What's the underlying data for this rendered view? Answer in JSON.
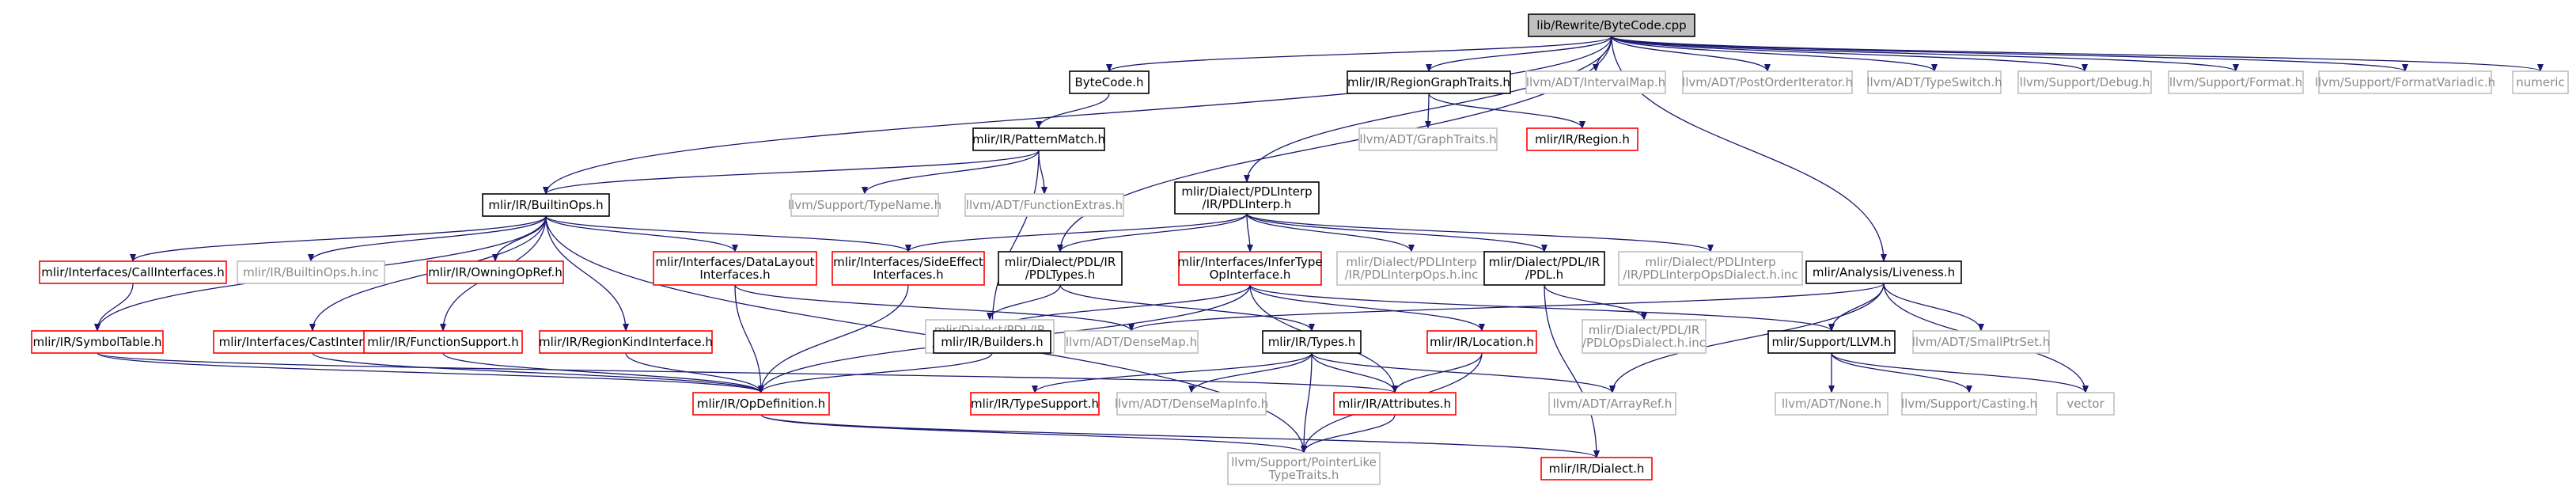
{
  "colors": {
    "edge": "#191970",
    "node_border_black": "#000000",
    "node_border_red": "#ff0000",
    "node_border_gray": "#bfbfbf",
    "text_dark": "#000000",
    "text_gray": "#8a8a8a",
    "root_fill": "#bfbfbf"
  },
  "nodes": [
    {
      "id": "root",
      "lines": [
        "lib/Rewrite/ByteCode.cpp"
      ],
      "style": "root"
    },
    {
      "id": "bytecode_h",
      "lines": [
        "ByteCode.h"
      ],
      "style": "black"
    },
    {
      "id": "regiongraph",
      "lines": [
        "mlir/IR/RegionGraphTraits.h"
      ],
      "style": "black"
    },
    {
      "id": "intervalmap",
      "lines": [
        "llvm/ADT/IntervalMap.h"
      ],
      "style": "gray"
    },
    {
      "id": "postorder",
      "lines": [
        "llvm/ADT/PostOrderIterator.h"
      ],
      "style": "gray"
    },
    {
      "id": "typeswitch",
      "lines": [
        "llvm/ADT/TypeSwitch.h"
      ],
      "style": "gray"
    },
    {
      "id": "debug",
      "lines": [
        "llvm/Support/Debug.h"
      ],
      "style": "gray"
    },
    {
      "id": "format",
      "lines": [
        "llvm/Support/Format.h"
      ],
      "style": "gray"
    },
    {
      "id": "formatvariadic",
      "lines": [
        "llvm/Support/FormatVariadic.h"
      ],
      "style": "gray"
    },
    {
      "id": "numeric",
      "lines": [
        "numeric"
      ],
      "style": "gray"
    },
    {
      "id": "graphtraits",
      "lines": [
        "llvm/ADT/GraphTraits.h"
      ],
      "style": "gray"
    },
    {
      "id": "region",
      "lines": [
        "mlir/IR/Region.h"
      ],
      "style": "red"
    },
    {
      "id": "patternmatch",
      "lines": [
        "mlir/IR/PatternMatch.h"
      ],
      "style": "black"
    },
    {
      "id": "typename",
      "lines": [
        "llvm/Support/TypeName.h"
      ],
      "style": "gray"
    },
    {
      "id": "functionextras",
      "lines": [
        "llvm/ADT/FunctionExtras.h"
      ],
      "style": "gray"
    },
    {
      "id": "pdlinterp",
      "lines": [
        "mlir/Dialect/PDLInterp",
        "/IR/PDLInterp.h"
      ],
      "style": "black"
    },
    {
      "id": "builtinops",
      "lines": [
        "mlir/IR/BuiltinOps.h"
      ],
      "style": "black"
    },
    {
      "id": "callinterfaces",
      "lines": [
        "mlir/Interfaces/CallInterfaces.h"
      ],
      "style": "red"
    },
    {
      "id": "builtinops_inc",
      "lines": [
        "mlir/IR/BuiltinOps.h.inc"
      ],
      "style": "gray"
    },
    {
      "id": "owningopref",
      "lines": [
        "mlir/IR/OwningOpRef.h"
      ],
      "style": "red"
    },
    {
      "id": "datalayout",
      "lines": [
        "mlir/Interfaces/DataLayout",
        "Interfaces.h"
      ],
      "style": "red"
    },
    {
      "id": "sideeffect",
      "lines": [
        "mlir/Interfaces/SideEffect",
        "Interfaces.h"
      ],
      "style": "red"
    },
    {
      "id": "pdltypes",
      "lines": [
        "mlir/Dialect/PDL/IR",
        "/PDLTypes.h"
      ],
      "style": "black"
    },
    {
      "id": "infertype",
      "lines": [
        "mlir/Interfaces/InferType",
        "OpInterface.h"
      ],
      "style": "red"
    },
    {
      "id": "pdlinterpops_inc",
      "lines": [
        "mlir/Dialect/PDLInterp",
        "/IR/PDLInterpOps.h.inc"
      ],
      "style": "gray"
    },
    {
      "id": "pdl_h",
      "lines": [
        "mlir/Dialect/PDL/IR",
        "/PDL.h"
      ],
      "style": "black"
    },
    {
      "id": "pdlinterpdialect_inc",
      "lines": [
        "mlir/Dialect/PDLInterp",
        "/IR/PDLInterpOpsDialect.h.inc"
      ],
      "style": "gray"
    },
    {
      "id": "liveness",
      "lines": [
        "mlir/Analysis/Liveness.h"
      ],
      "style": "black"
    },
    {
      "id": "symboltable",
      "lines": [
        "mlir/IR/SymbolTable.h"
      ],
      "style": "red"
    },
    {
      "id": "castinterfaces",
      "lines": [
        "mlir/Interfaces/CastInterfaces.h"
      ],
      "style": "red"
    },
    {
      "id": "functionsupport",
      "lines": [
        "mlir/IR/FunctionSupport.h"
      ],
      "style": "red"
    },
    {
      "id": "regionkind",
      "lines": [
        "mlir/IR/RegionKindInterface.h"
      ],
      "style": "red"
    },
    {
      "id": "densemap",
      "lines": [
        "llvm/ADT/DenseMap.h"
      ],
      "style": "gray"
    },
    {
      "id": "pdlopstypes_inc",
      "lines": [
        "mlir/Dialect/PDL/IR",
        "/PDLOpsTypes.h.inc"
      ],
      "style": "gray"
    },
    {
      "id": "builders",
      "lines": [
        "mlir/IR/Builders.h"
      ],
      "style": "black"
    },
    {
      "id": "types",
      "lines": [
        "mlir/IR/Types.h"
      ],
      "style": "black"
    },
    {
      "id": "location",
      "lines": [
        "mlir/IR/Location.h"
      ],
      "style": "red"
    },
    {
      "id": "pdlopsdialect_inc",
      "lines": [
        "mlir/Dialect/PDL/IR",
        "/PDLOpsDialect.h.inc"
      ],
      "style": "gray"
    },
    {
      "id": "support_llvm",
      "lines": [
        "mlir/Support/LLVM.h"
      ],
      "style": "black"
    },
    {
      "id": "smallptrset",
      "lines": [
        "llvm/ADT/SmallPtrSet.h"
      ],
      "style": "gray"
    },
    {
      "id": "opdefinition",
      "lines": [
        "mlir/IR/OpDefinition.h"
      ],
      "style": "red"
    },
    {
      "id": "typesupport",
      "lines": [
        "mlir/IR/TypeSupport.h"
      ],
      "style": "red"
    },
    {
      "id": "densemapinfo",
      "lines": [
        "llvm/ADT/DenseMapInfo.h"
      ],
      "style": "gray"
    },
    {
      "id": "attributes",
      "lines": [
        "mlir/IR/Attributes.h"
      ],
      "style": "red"
    },
    {
      "id": "arrayref",
      "lines": [
        "llvm/ADT/ArrayRef.h"
      ],
      "style": "gray"
    },
    {
      "id": "none",
      "lines": [
        "llvm/ADT/None.h"
      ],
      "style": "gray"
    },
    {
      "id": "casting",
      "lines": [
        "llvm/Support/Casting.h"
      ],
      "style": "gray"
    },
    {
      "id": "vector",
      "lines": [
        "vector"
      ],
      "style": "gray"
    },
    {
      "id": "pointerlike",
      "lines": [
        "llvm/Support/PointerLike",
        "TypeTraits.h"
      ],
      "style": "gray"
    },
    {
      "id": "dialect",
      "lines": [
        "mlir/IR/Dialect.h"
      ],
      "style": "red"
    }
  ],
  "edges": [
    [
      "root",
      "bytecode_h"
    ],
    [
      "root",
      "regiongraph"
    ],
    [
      "root",
      "intervalmap"
    ],
    [
      "root",
      "postorder"
    ],
    [
      "root",
      "typeswitch"
    ],
    [
      "root",
      "debug"
    ],
    [
      "root",
      "format"
    ],
    [
      "root",
      "formatvariadic"
    ],
    [
      "root",
      "numeric"
    ],
    [
      "root",
      "builtinops"
    ],
    [
      "root",
      "pdlinterp"
    ],
    [
      "root",
      "liveness"
    ],
    [
      "root",
      "pdltypes"
    ],
    [
      "bytecode_h",
      "patternmatch"
    ],
    [
      "regiongraph",
      "graphtraits"
    ],
    [
      "regiongraph",
      "region"
    ],
    [
      "patternmatch",
      "builtinops"
    ],
    [
      "patternmatch",
      "typename"
    ],
    [
      "patternmatch",
      "functionextras"
    ],
    [
      "patternmatch",
      "builders"
    ],
    [
      "builtinops",
      "callinterfaces"
    ],
    [
      "builtinops",
      "builtinops_inc"
    ],
    [
      "builtinops",
      "owningopref"
    ],
    [
      "builtinops",
      "datalayout"
    ],
    [
      "builtinops",
      "sideeffect"
    ],
    [
      "builtinops",
      "symboltable"
    ],
    [
      "builtinops",
      "castinterfaces"
    ],
    [
      "builtinops",
      "functionsupport"
    ],
    [
      "builtinops",
      "regionkind"
    ],
    [
      "builtinops",
      "pointerlike"
    ],
    [
      "pdlinterp",
      "sideeffect"
    ],
    [
      "pdlinterp",
      "pdltypes"
    ],
    [
      "pdlinterp",
      "infertype"
    ],
    [
      "pdlinterp",
      "pdlinterpops_inc"
    ],
    [
      "pdlinterp",
      "pdl_h"
    ],
    [
      "pdlinterp",
      "pdlinterpdialect_inc"
    ],
    [
      "callinterfaces",
      "symboltable"
    ],
    [
      "symboltable",
      "opdefinition"
    ],
    [
      "symboltable",
      "attributes"
    ],
    [
      "castinterfaces",
      "opdefinition"
    ],
    [
      "functionsupport",
      "opdefinition"
    ],
    [
      "regionkind",
      "opdefinition"
    ],
    [
      "datalayout",
      "opdefinition"
    ],
    [
      "datalayout",
      "densemap"
    ],
    [
      "sideeffect",
      "opdefinition"
    ],
    [
      "pdltypes",
      "pdlopstypes_inc"
    ],
    [
      "pdltypes",
      "types"
    ],
    [
      "infertype",
      "builders"
    ],
    [
      "infertype",
      "opdefinition"
    ],
    [
      "infertype",
      "location"
    ],
    [
      "infertype",
      "attributes"
    ],
    [
      "infertype",
      "support_llvm"
    ],
    [
      "pdl_h",
      "pdlopsdialect_inc"
    ],
    [
      "pdl_h",
      "dialect"
    ],
    [
      "liveness",
      "densemap"
    ],
    [
      "liveness",
      "support_llvm"
    ],
    [
      "liveness",
      "smallptrset"
    ],
    [
      "liveness",
      "arrayref"
    ],
    [
      "liveness",
      "vector"
    ],
    [
      "builders",
      "opdefinition"
    ],
    [
      "types",
      "typesupport"
    ],
    [
      "types",
      "densemapinfo"
    ],
    [
      "types",
      "attributes"
    ],
    [
      "types",
      "pointerlike"
    ],
    [
      "types",
      "arrayref"
    ],
    [
      "location",
      "attributes"
    ],
    [
      "location",
      "pointerlike"
    ],
    [
      "support_llvm",
      "none"
    ],
    [
      "support_llvm",
      "casting"
    ],
    [
      "support_llvm",
      "vector"
    ],
    [
      "opdefinition",
      "pointerlike"
    ],
    [
      "opdefinition",
      "dialect"
    ],
    [
      "attributes",
      "pointerlike"
    ]
  ]
}
